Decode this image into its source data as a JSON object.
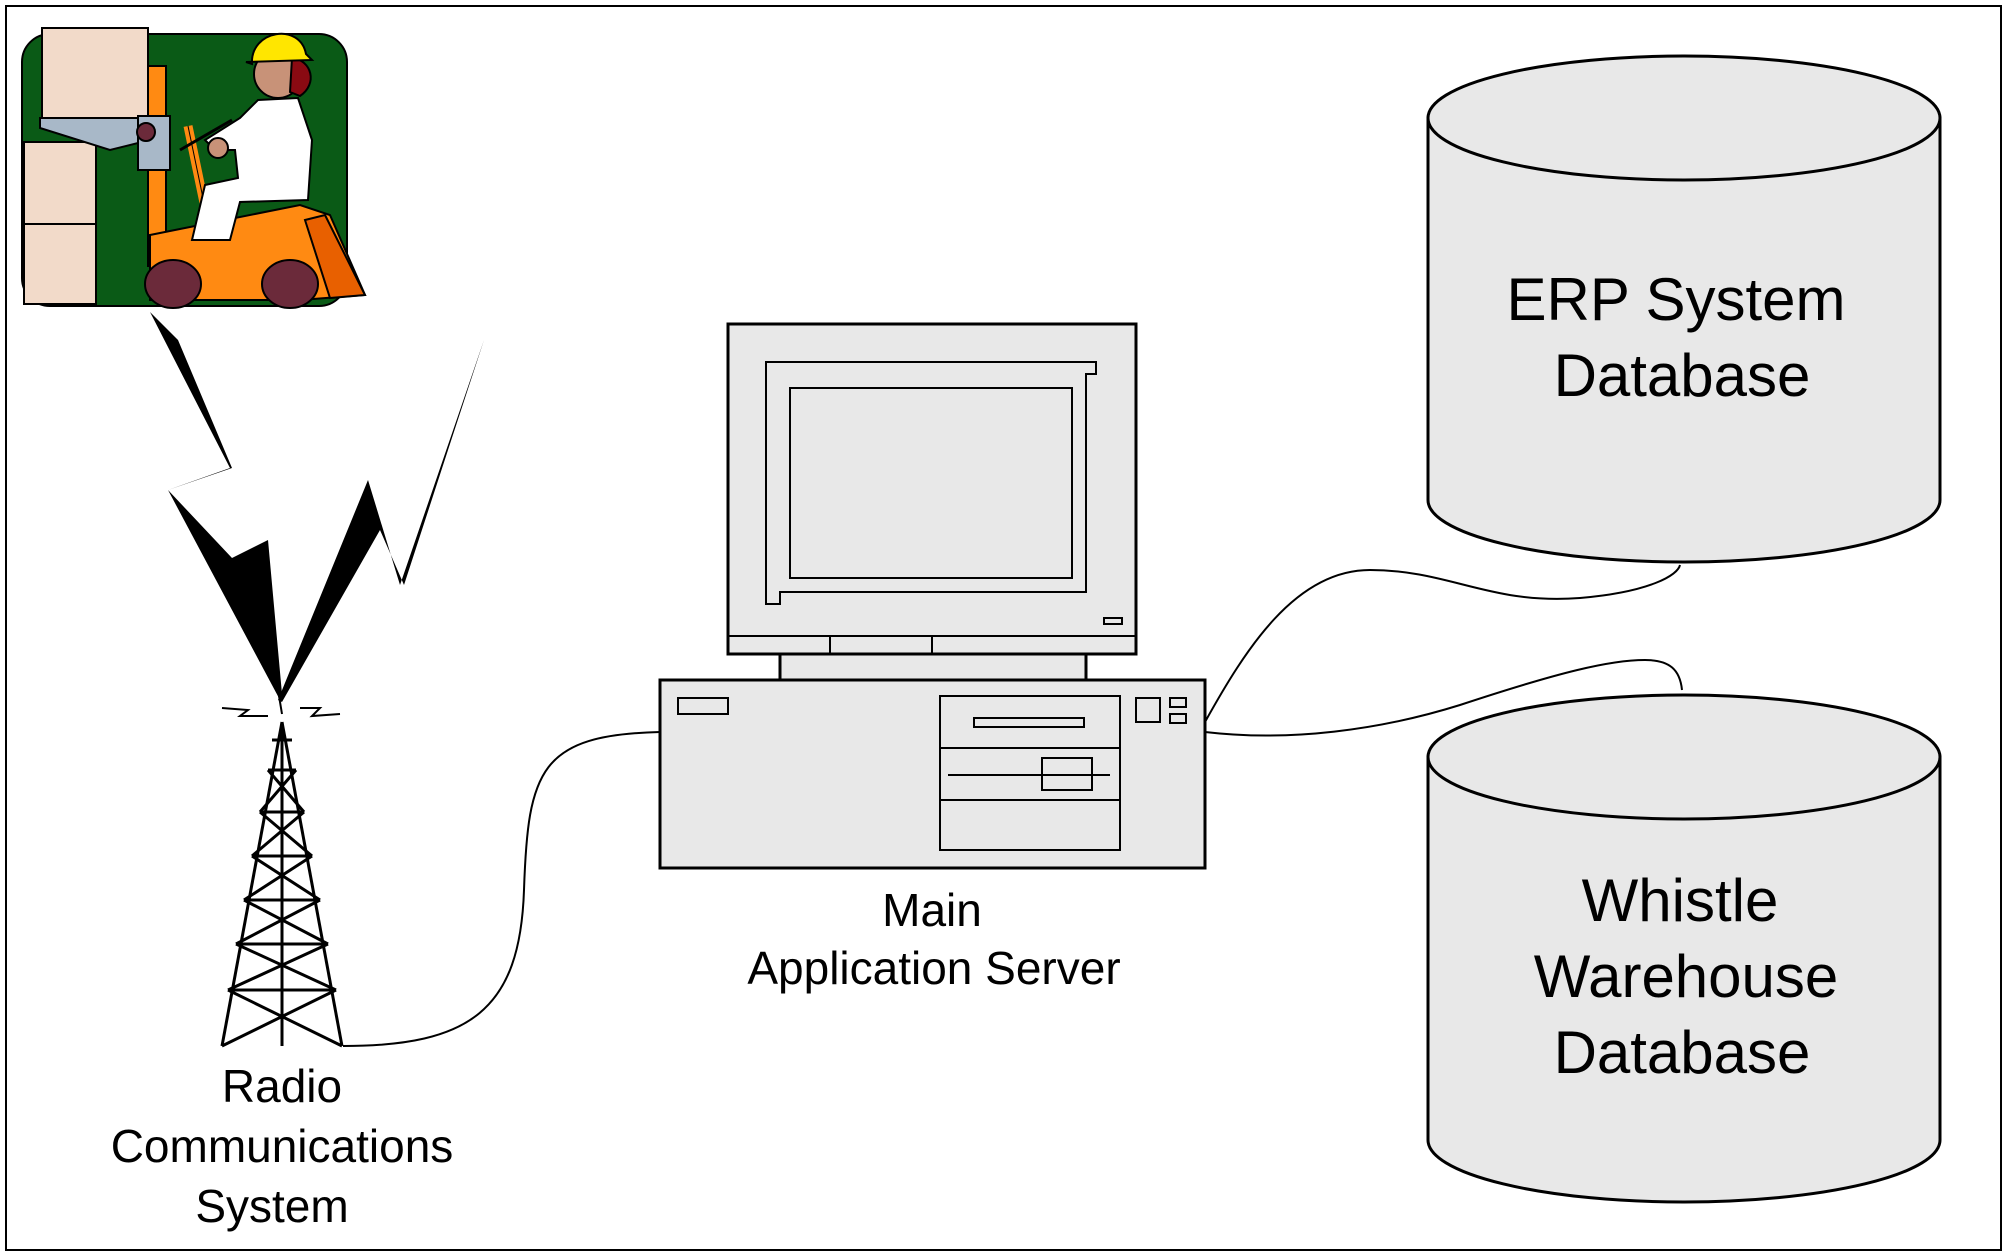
{
  "nodes": {
    "radio": {
      "label_lines": [
        "Radio",
        "Communications",
        "System"
      ]
    },
    "server": {
      "label_lines": [
        "Main",
        "Application Server"
      ]
    },
    "erp_db": {
      "label_lines": [
        "ERP System",
        "Database"
      ]
    },
    "warehouse_db": {
      "label_lines": [
        "Whistle",
        "Warehouse",
        "Database"
      ]
    }
  },
  "colors": {
    "equipment_fill": "#e8e8e8",
    "forklift_background": "#0a5a16",
    "forklift_body": "#ff8a12",
    "helmet": "#ffe600",
    "crate": "#f2dac9"
  }
}
